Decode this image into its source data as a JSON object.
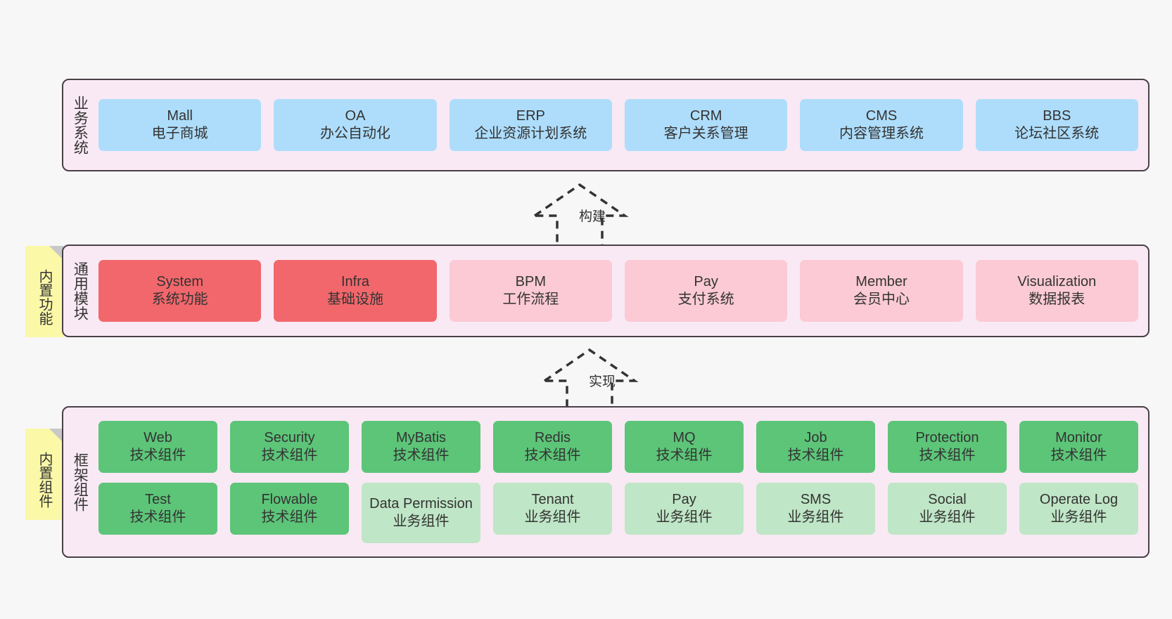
{
  "meta": {
    "background_color": "#f7f7f7",
    "layer_fill": "#f9e9f4",
    "layer_border": "#4a4048",
    "note_color": "#fbf8a8"
  },
  "layers": [
    {
      "id": "business-systems",
      "title": "业务系统",
      "color": "#aeddfb",
      "cards": [
        {
          "en": "Mall",
          "cn": "电子商城",
          "style": "blue"
        },
        {
          "en": "OA",
          "cn": "办公自动化",
          "style": "blue"
        },
        {
          "en": "ERP",
          "cn": "企业资源计划系统",
          "style": "blue"
        },
        {
          "en": "CRM",
          "cn": "客户关系管理",
          "style": "blue"
        },
        {
          "en": "CMS",
          "cn": "内容管理系统",
          "style": "blue"
        },
        {
          "en": "BBS",
          "cn": "论坛社区系统",
          "style": "blue"
        }
      ]
    },
    {
      "id": "common-modules",
      "title": "通用模块",
      "note": "内置功能",
      "colors": {
        "strong": "#f2676b",
        "light": "#fbcad4"
      },
      "cards": [
        {
          "en": "System",
          "cn": "系统功能",
          "style": "red"
        },
        {
          "en": "Infra",
          "cn": "基础设施",
          "style": "red"
        },
        {
          "en": "BPM",
          "cn": "工作流程",
          "style": "pink"
        },
        {
          "en": "Pay",
          "cn": "支付系统",
          "style": "pink"
        },
        {
          "en": "Member",
          "cn": "会员中心",
          "style": "pink"
        },
        {
          "en": "Visualization",
          "cn": "数据报表",
          "style": "pink"
        }
      ]
    },
    {
      "id": "framework-components",
      "title": "框架组件",
      "note": "内置组件",
      "colors": {
        "strong": "#5cc578",
        "light": "#bfe6c6"
      },
      "rows": [
        [
          {
            "en": "Web",
            "cn": "技术组件",
            "style": "green"
          },
          {
            "en": "Security",
            "cn": "技术组件",
            "style": "green"
          },
          {
            "en": "MyBatis",
            "cn": "技术组件",
            "style": "green"
          },
          {
            "en": "Redis",
            "cn": "技术组件",
            "style": "green"
          },
          {
            "en": "MQ",
            "cn": "技术组件",
            "style": "green"
          },
          {
            "en": "Job",
            "cn": "技术组件",
            "style": "green"
          },
          {
            "en": "Protection",
            "cn": "技术组件",
            "style": "green"
          },
          {
            "en": "Monitor",
            "cn": "技术组件",
            "style": "green"
          }
        ],
        [
          {
            "en": "Test",
            "cn": "技术组件",
            "style": "green"
          },
          {
            "en": "Flowable",
            "cn": "技术组件",
            "style": "green"
          },
          {
            "en": "Data Permission",
            "cn": "业务组件",
            "style": "lgreen",
            "tall": true
          },
          {
            "en": "Tenant",
            "cn": "业务组件",
            "style": "lgreen"
          },
          {
            "en": "Pay",
            "cn": "业务组件",
            "style": "lgreen"
          },
          {
            "en": "SMS",
            "cn": "业务组件",
            "style": "lgreen"
          },
          {
            "en": "Social",
            "cn": "业务组件",
            "style": "lgreen"
          },
          {
            "en": "Operate Log",
            "cn": "业务组件",
            "style": "lgreen"
          }
        ]
      ]
    }
  ],
  "connectors": [
    {
      "id": "build-arrow",
      "label": "构建"
    },
    {
      "id": "implement-arrow",
      "label": "实现"
    }
  ]
}
